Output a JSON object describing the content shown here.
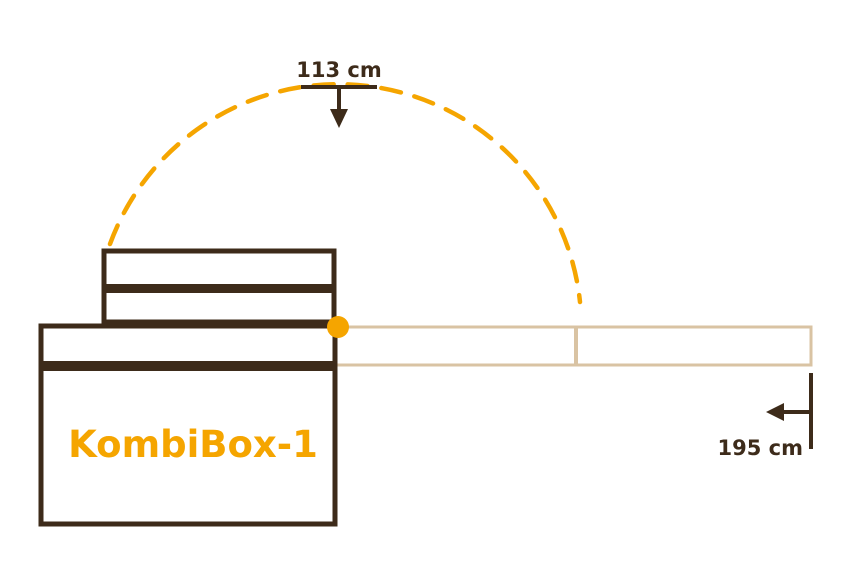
{
  "diagram": {
    "title": "KombiBox-1",
    "dimensions": {
      "height_label": "113 cm",
      "length_label": "195 cm"
    }
  },
  "colors": {
    "outline_dark": "#3d2b1a",
    "accent_orange": "#f5a500",
    "panel_tan": "#d9c3a3",
    "background": "#ffffff"
  }
}
